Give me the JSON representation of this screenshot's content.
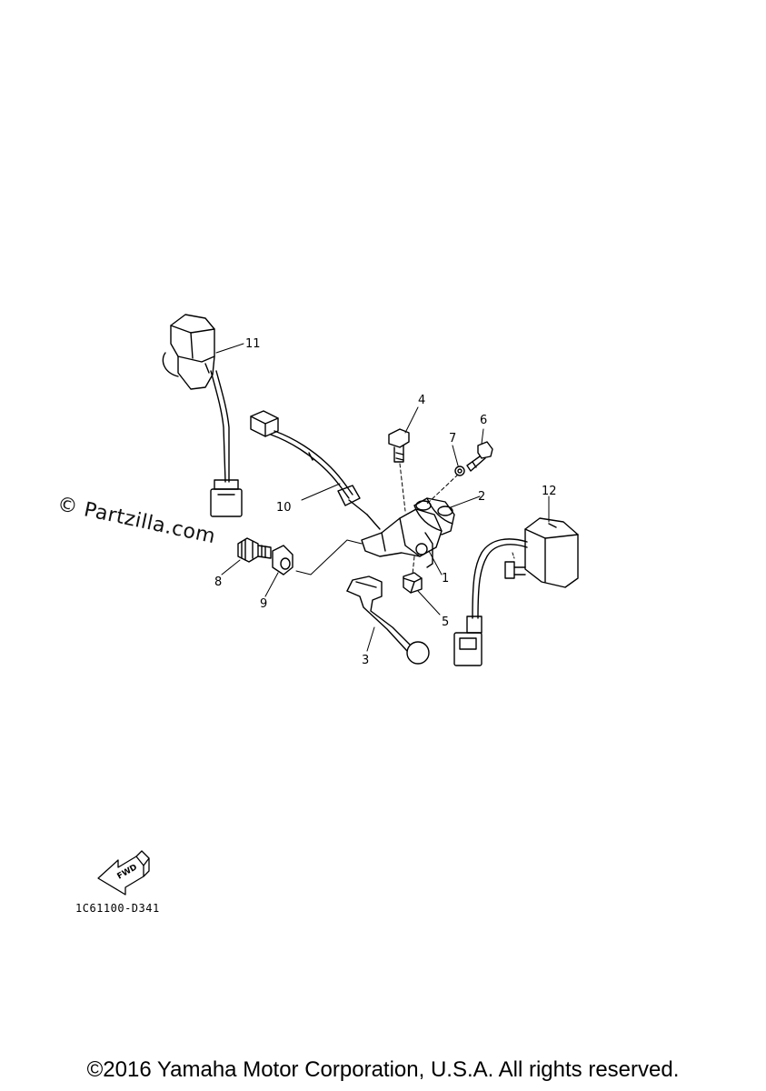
{
  "watermark": "© Partzilla.com",
  "drawing_code": "1C61100-D341",
  "fwd_label": "FWD",
  "copyright": "©2016 Yamaha Motor Corporation, U.S.A. All rights reserved.",
  "callouts": {
    "c1": "1",
    "c2": "2",
    "c3": "3",
    "c4": "4",
    "c5": "5",
    "c6": "6",
    "c7": "7",
    "c8": "8",
    "c9": "9",
    "c10": "10",
    "c11": "11",
    "c12": "12"
  }
}
